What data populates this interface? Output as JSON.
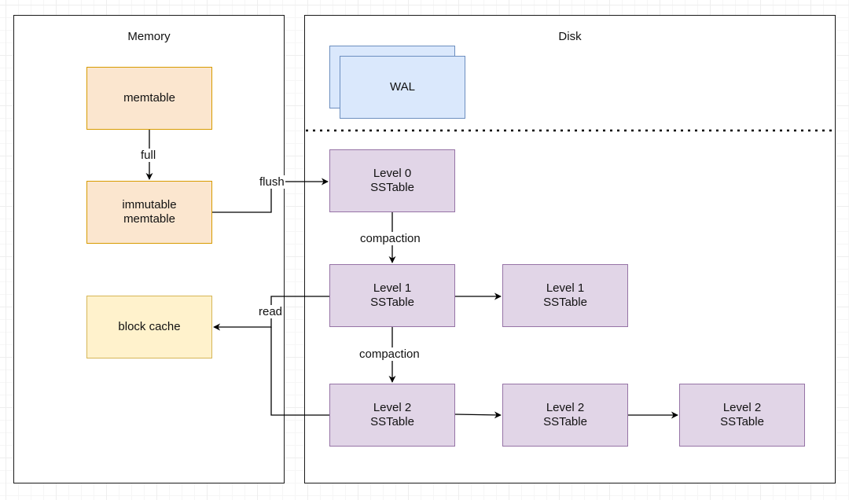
{
  "panels": {
    "memory_title": "Memory",
    "disk_title": "Disk"
  },
  "nodes": {
    "memtable": "memtable",
    "immutable_memtable": "immutable\nmemtable",
    "block_cache": "block cache",
    "wal": "WAL",
    "level0": "Level 0\nSSTable",
    "level1_a": "Level 1\nSSTable",
    "level1_b": "Level 1\nSSTable",
    "level2_a": "Level 2\nSSTable",
    "level2_b": "Level 2\nSSTable",
    "level2_c": "Level 2\nSSTable"
  },
  "edges": {
    "full": "full",
    "flush": "flush",
    "compaction_0_1": "compaction",
    "compaction_1_2": "compaction",
    "read": "read"
  },
  "colors": {
    "memory_node_fill": "#fbe6cf",
    "memory_node_border": "#d79b00",
    "cache_fill": "#fff2cc",
    "cache_border": "#d6b656",
    "sstable_fill": "#e1d5e7",
    "sstable_border": "#9673a6",
    "wal_fill": "#dae8fc",
    "wal_border": "#6c8ebf"
  }
}
